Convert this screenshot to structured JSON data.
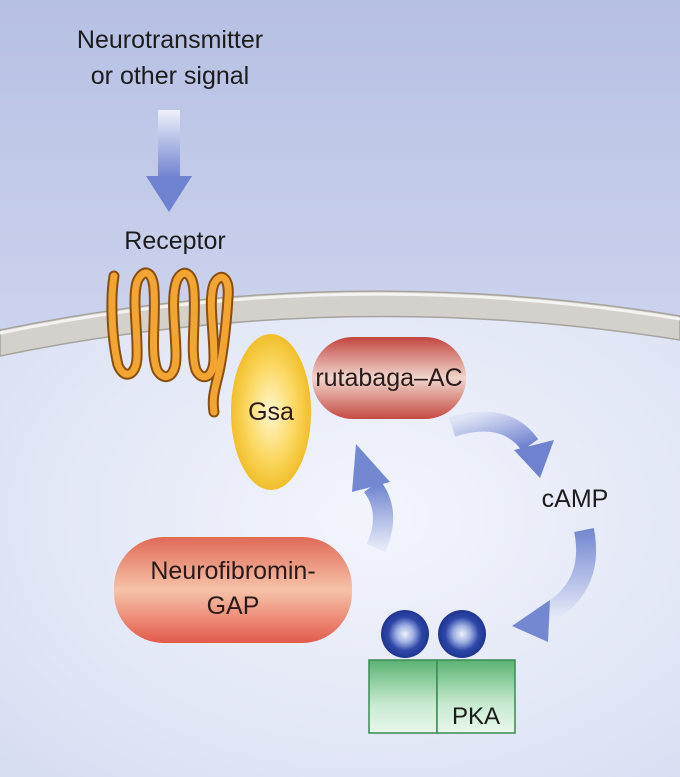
{
  "signal": {
    "line1": "Neurotransmitter",
    "line2": "or other signal"
  },
  "receptor": {
    "label": "Receptor"
  },
  "gsa": {
    "label": "Gsa"
  },
  "adenylyl_cyclase": {
    "label": "rutabaga–AC"
  },
  "camp": {
    "label": "cAMP"
  },
  "neurofibromin": {
    "line1": "Neurofibromin-",
    "line2": "GAP"
  },
  "pka": {
    "label": "PKA"
  },
  "colors": {
    "background_top": "#b8c2e4",
    "background_bottom": "#eef1fa",
    "membrane": "#d3d0cb",
    "receptor": "#f2a52e",
    "gsa": "#f7cc3a",
    "red_oval": "#d85a52",
    "arrow": "#7d8fd6",
    "pka_ring": "#3048a8",
    "pka_box": "#62b87a"
  }
}
